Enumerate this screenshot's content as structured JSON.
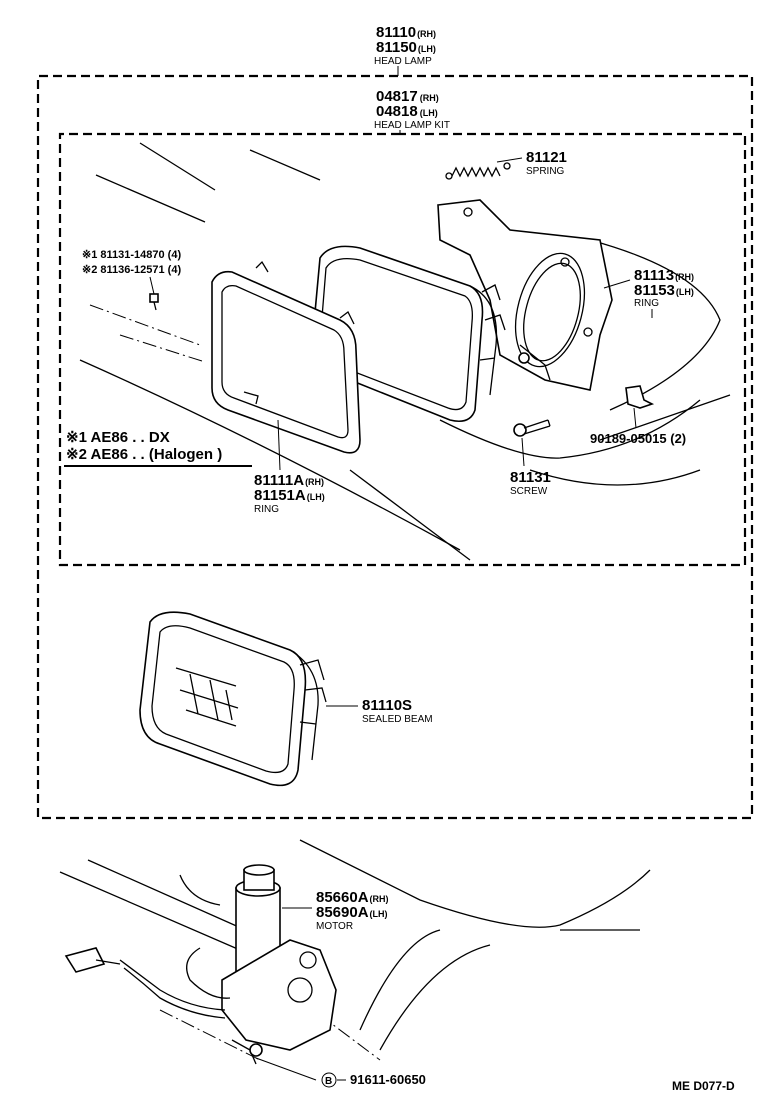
{
  "head_lamp": {
    "num_rh": "81110",
    "sfx_rh": "(RH)",
    "num_lh": "81150",
    "sfx_lh": "(LH)",
    "name": "HEAD LAMP"
  },
  "kit": {
    "num_rh": "04817",
    "sfx_rh": "(RH)",
    "num_lh": "04818",
    "sfx_lh": "(LH)",
    "name": "HEAD LAMP KIT"
  },
  "spring": {
    "num": "81121",
    "name": "SPRING"
  },
  "mount_ring": {
    "num_rh": "81113",
    "sfx_rh": "(RH)",
    "num_lh": "81153",
    "sfx_lh": "(LH)",
    "name": "RING"
  },
  "small_screws": {
    "line1": "※1 81131-14870 (4)",
    "line2": "※2 81136-12571 (4)"
  },
  "notes": {
    "line1": "※1 AE86 . . DX",
    "line2": "※2 AE86 . . (Halogen )"
  },
  "clip": {
    "num": "90189-05015 (2)"
  },
  "screw": {
    "num": "81131",
    "name": "SCREW"
  },
  "retaining_ring": {
    "num_rh": "81111A",
    "sfx_rh": "(RH)",
    "num_lh": "81151A",
    "sfx_lh": "(LH)",
    "name": "RING"
  },
  "sealed_beam": {
    "num": "81110S",
    "name": "SEALED BEAM"
  },
  "motor": {
    "num_rh": "85660A",
    "sfx_rh": "(RH)",
    "num_lh": "85690A",
    "sfx_lh": "(LH)",
    "name": "MOTOR"
  },
  "bolt": {
    "mark": "B",
    "num": "91611-60650"
  },
  "footer": {
    "code": "ME  D077-D"
  }
}
